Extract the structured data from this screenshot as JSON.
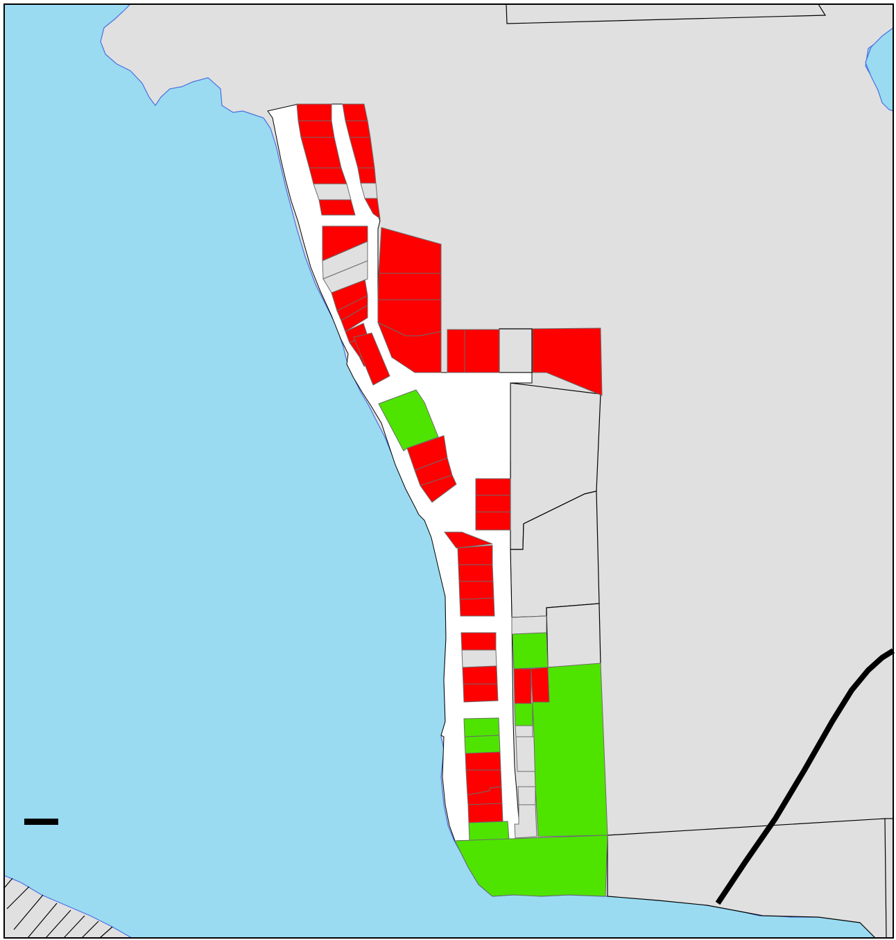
{
  "map": {
    "colors": {
      "water": "#9adbf1",
      "water_edge": "#4a6fe0",
      "land": "#e0e0e0",
      "road_band": "#ffffff",
      "lot_occupied": "#ff0000",
      "lot_available": "#4ee400",
      "lot_outline": "#6b6b6b",
      "parcel_line": "#000000",
      "frame": "#000000"
    },
    "legend": {
      "scale_bar": "scale-bar"
    },
    "lots": {
      "red_count": 40,
      "green_count": 8,
      "gray_count": 10
    },
    "features": [
      "lake",
      "shoreline",
      "road-network",
      "property-parcels",
      "railway",
      "hatched-area"
    ]
  }
}
